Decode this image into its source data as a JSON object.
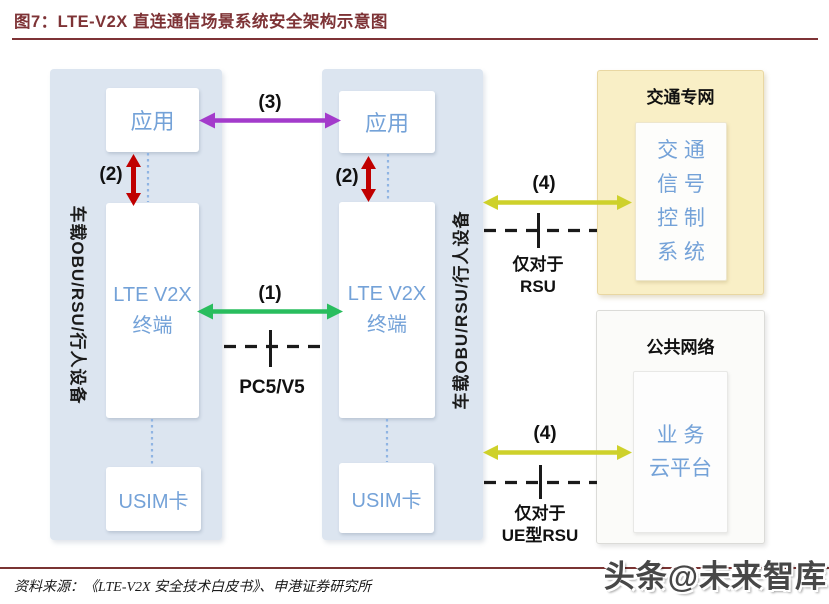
{
  "title": "图7：LTE-V2X 直连通信场景系统安全架构示意图",
  "colors": {
    "accent_red": "#7E3336",
    "panel_blue": "#DCE5F0",
    "box_text_blue": "#74A2D8",
    "private_net_yellow": "#F9EFC6",
    "arrow_purple": "#A33BCB",
    "arrow_red": "#C00000",
    "arrow_green": "#29BD5E",
    "arrow_yellow": "#CED12B",
    "dash_black": "#1A1A1A",
    "dotted_blue": "#8FB4E3"
  },
  "devices": {
    "left": {
      "strip_label": "车载OBU/RSU/行人设备",
      "app": "应用",
      "terminal_l1": "LTE V2X",
      "terminal_l2": "终端",
      "usim": "USIM卡"
    },
    "right": {
      "strip_label": "车载OBU/RSU/行人设备",
      "app": "应用",
      "terminal_l1": "LTE V2X",
      "terminal_l2": "终端",
      "usim": "USIM卡"
    }
  },
  "interfaces": {
    "n1": "(1)",
    "n2": "(2)",
    "n3": "(3)",
    "n4": "(4)",
    "pc5": "PC5/V5",
    "rsu_only_1": "仅对于",
    "rsu_only_2": "RSU",
    "ue_rsu_only_1": "仅对于",
    "ue_rsu_only_2": "UE型RSU"
  },
  "private_network": {
    "title": "交通专网",
    "system_lines": [
      "交 通",
      "信 号",
      "控 制",
      "系 统"
    ]
  },
  "public_network": {
    "title": "公共网络",
    "platform_lines": [
      "业 务",
      "云平台"
    ]
  },
  "footer": {
    "source": "资料来源：《LTE-V2X 安全技术白皮书》、申港证券研究所",
    "watermark": "头条@未来智库"
  }
}
